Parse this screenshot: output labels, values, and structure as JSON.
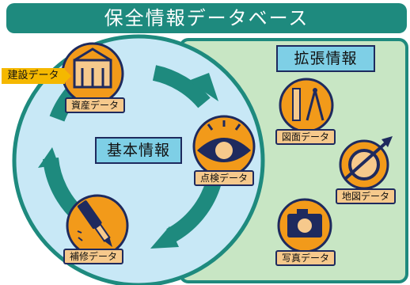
{
  "title": "保全情報データベース",
  "extended": {
    "heading": "拡張情報",
    "items": [
      {
        "label": "図面データ",
        "icon": "drawing-tools-icon"
      },
      {
        "label": "地図データ",
        "icon": "map-globe-icon"
      },
      {
        "label": "写真データ",
        "icon": "camera-icon"
      }
    ]
  },
  "core": {
    "heading": "基本情報",
    "source_label": "建設データ",
    "items": [
      {
        "label": "資産データ",
        "icon": "building-icon"
      },
      {
        "label": "点検データ",
        "icon": "eye-icon"
      },
      {
        "label": "補修データ",
        "icon": "repair-tool-icon"
      }
    ]
  },
  "colors": {
    "title_bar": "#1e8a7e",
    "core_circle": "#c8e8f6",
    "extended_panel": "#c8e6c4",
    "cycle_arrows": "#1e8a7e",
    "icon_badge": "#f29a1a",
    "label_tag": "#f6c98c",
    "heading_box": "#7ecfe6"
  }
}
